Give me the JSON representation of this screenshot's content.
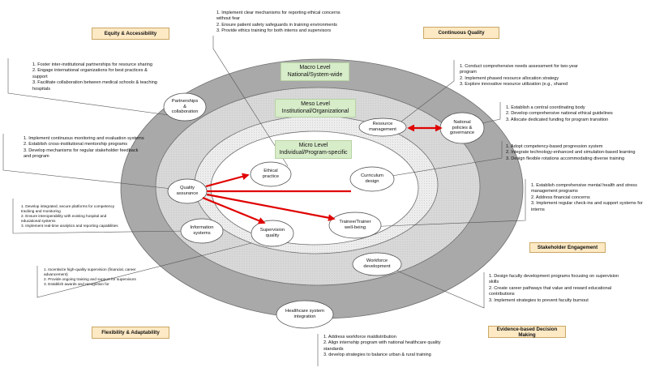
{
  "themes": {
    "equity": "Equity & Accessibility",
    "quality": "Continuous Quality",
    "stakeholder": "Stakeholder Engagement",
    "flexibility": "Flexibility & Adaptability",
    "evidence": "Evidence-based Decision Making"
  },
  "levels": {
    "macro": [
      "Macro Level",
      "National/System-wide"
    ],
    "meso": [
      "Meso Level",
      "Institutional/Organizational"
    ],
    "micro": [
      "Micro Level",
      "Individual/Program-specific"
    ]
  },
  "nodes": {
    "partnerships": [
      "Partnerships",
      "&",
      "collaboration"
    ],
    "resource": [
      "Resource",
      "management"
    ],
    "national": [
      "National",
      "policies &",
      "governance"
    ],
    "ethical": [
      "Ethical",
      "practice"
    ],
    "curriculum": [
      "Curriculum",
      "design"
    ],
    "quality_assurance": [
      "Quality",
      "assurance"
    ],
    "trainee": [
      "Trainee/Trainer",
      "well-being"
    ],
    "information": [
      "Information",
      "systems"
    ],
    "supervision": [
      "Supervision",
      "quality"
    ],
    "workforce": [
      "Workforce",
      "development"
    ],
    "healthcare": [
      "Healthcare system",
      "integration"
    ]
  },
  "notes": {
    "ethical": [
      "1. Implement clear mechanisms for reporting ethical concerns without fear",
      "2. Ensure patient safety safeguards in training environments",
      "3. Provide ethics training for both interns and supervisors"
    ],
    "partnerships": [
      "1. Foster inter-institutional partnerships for resource sharing",
      "2. Engage international organizations for best practices & support",
      "3. Facilitate collaboration between medical schools & teaching hospitals"
    ],
    "resource": [
      "1. Conduct comprehensive needs assessment for two-year program",
      "2. Implement phased resource allocation strategy",
      "3. Explore innovative resource utilization (e.g., shared"
    ],
    "national": [
      "1. Establish a central coordinating body",
      "2. Develop comprehensive national ethical guidelines",
      "3. Allocate dedicated funding for program transition"
    ],
    "quality_assurance": [
      "1. Implement continuous monitoring and evaluation systems",
      "2. Establish cross-institutional mentorship programs",
      "3. Develop mechanisms for regular stakeholder feedback and program"
    ],
    "curriculum": [
      "1. Adopt competency-based progression system",
      "2. Integrate technology-enhanced and simulation-based learning",
      "3. Design flexible rotations accommodating diverse training"
    ],
    "trainee": [
      "1. Establish comprehensive mental health and stress management programs",
      "2. Address financial concerns",
      "3. Implement regular check-ins and support systems for interns"
    ],
    "information": [
      "1. Develop integrated, secure platforms for competency tracking and monitoring",
      "2. Ensure interoperability with existing hospital and educational systems",
      "3. Implement real-time analytics and reporting capabilities"
    ],
    "supervision": [
      "1. Incentivize high-quality supervision (financial, career advancement)",
      "2. Provide ongoing training and support for supervisors",
      "3. Establish awards and recognition for"
    ],
    "workforce": [
      "1. Design faculty development programs focusing on supervision skills",
      "2. Create career pathways that value and reward educational contributions",
      "3. Implement strategies to prevent faculty burnout"
    ],
    "healthcare": [
      "1. Address workforce maldistribution",
      "2. Align internship program with national healthcare quality standards",
      "3. develop strategies to balance urban & rural training"
    ]
  },
  "colors": {
    "outer_ring": "#a9a9a9",
    "middle_ring": "#d6d6d6",
    "inner_ring": "#ececec",
    "core": "#ffffff",
    "level_box": "#d7ecc9",
    "theme_box": "#fde9c4",
    "arrow": "#e00000"
  }
}
